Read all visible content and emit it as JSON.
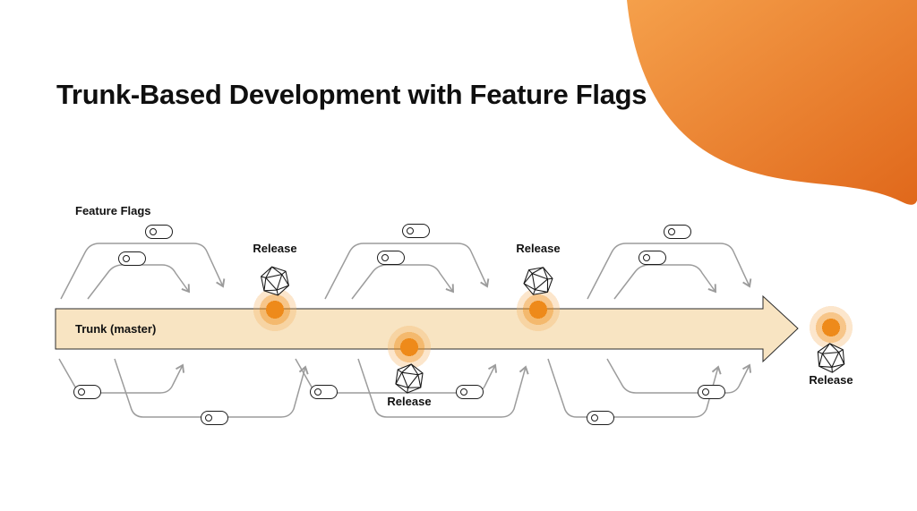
{
  "title": "Trunk-Based Development with Feature Flags",
  "feature_flags_label": "Feature Flags",
  "trunk_label": "Trunk (master)",
  "releases": [
    {
      "label": "Release"
    },
    {
      "label": "Release"
    },
    {
      "label": "Release"
    },
    {
      "label": "Release"
    }
  ],
  "icons": {
    "feature_flag_toggle": "toggle-switch-icon",
    "release_marker": "icosahedron-icon",
    "release_point": "orange-glow-dot",
    "branch": "branch-merge-arrow"
  },
  "colors": {
    "accent_blob_start": "#F5A04B",
    "accent_blob_end": "#E0681B",
    "trunk_fill": "#F8E4C2",
    "trunk_stroke": "#2B2B2B",
    "glow_core": "#EE8A1A",
    "branch_stroke": "#9C9C9C",
    "text": "#111111",
    "background": "#FFFFFF"
  }
}
